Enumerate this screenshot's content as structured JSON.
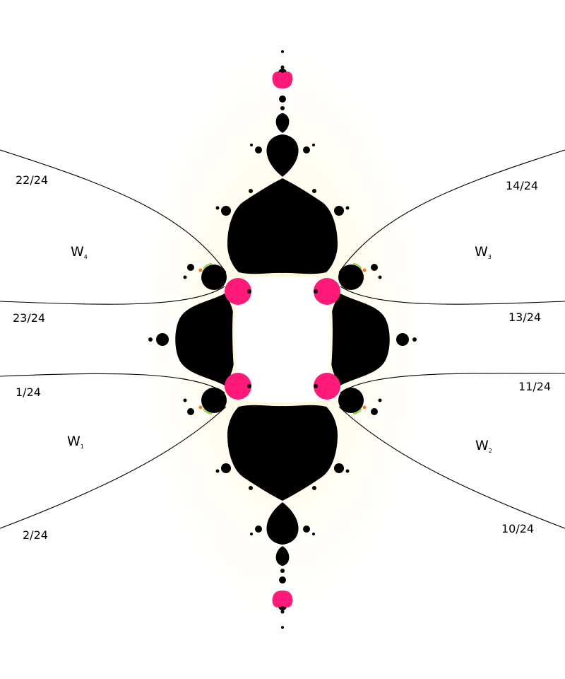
{
  "colors": {
    "background": "#ffffff",
    "set": "#000000",
    "hyperbolic": "#ff1a7a",
    "halo": "#fffbe0",
    "fringe_green": "#8fcf3a",
    "fringe_orange": "#f07a1a",
    "ray": "#000000"
  },
  "ray_labels": {
    "r22": "22/24",
    "r23": "23/24",
    "r1": "1/24",
    "r2": "2/24",
    "r14": "14/24",
    "r13": "13/24",
    "r11": "11/24",
    "r10": "10/24"
  },
  "regions": {
    "w4": {
      "main": "W",
      "sub": "4"
    },
    "w3": {
      "main": "W",
      "sub": "3"
    },
    "w1": {
      "main": "W",
      "sub": "1"
    },
    "w2": {
      "main": "W",
      "sub": "2"
    }
  }
}
